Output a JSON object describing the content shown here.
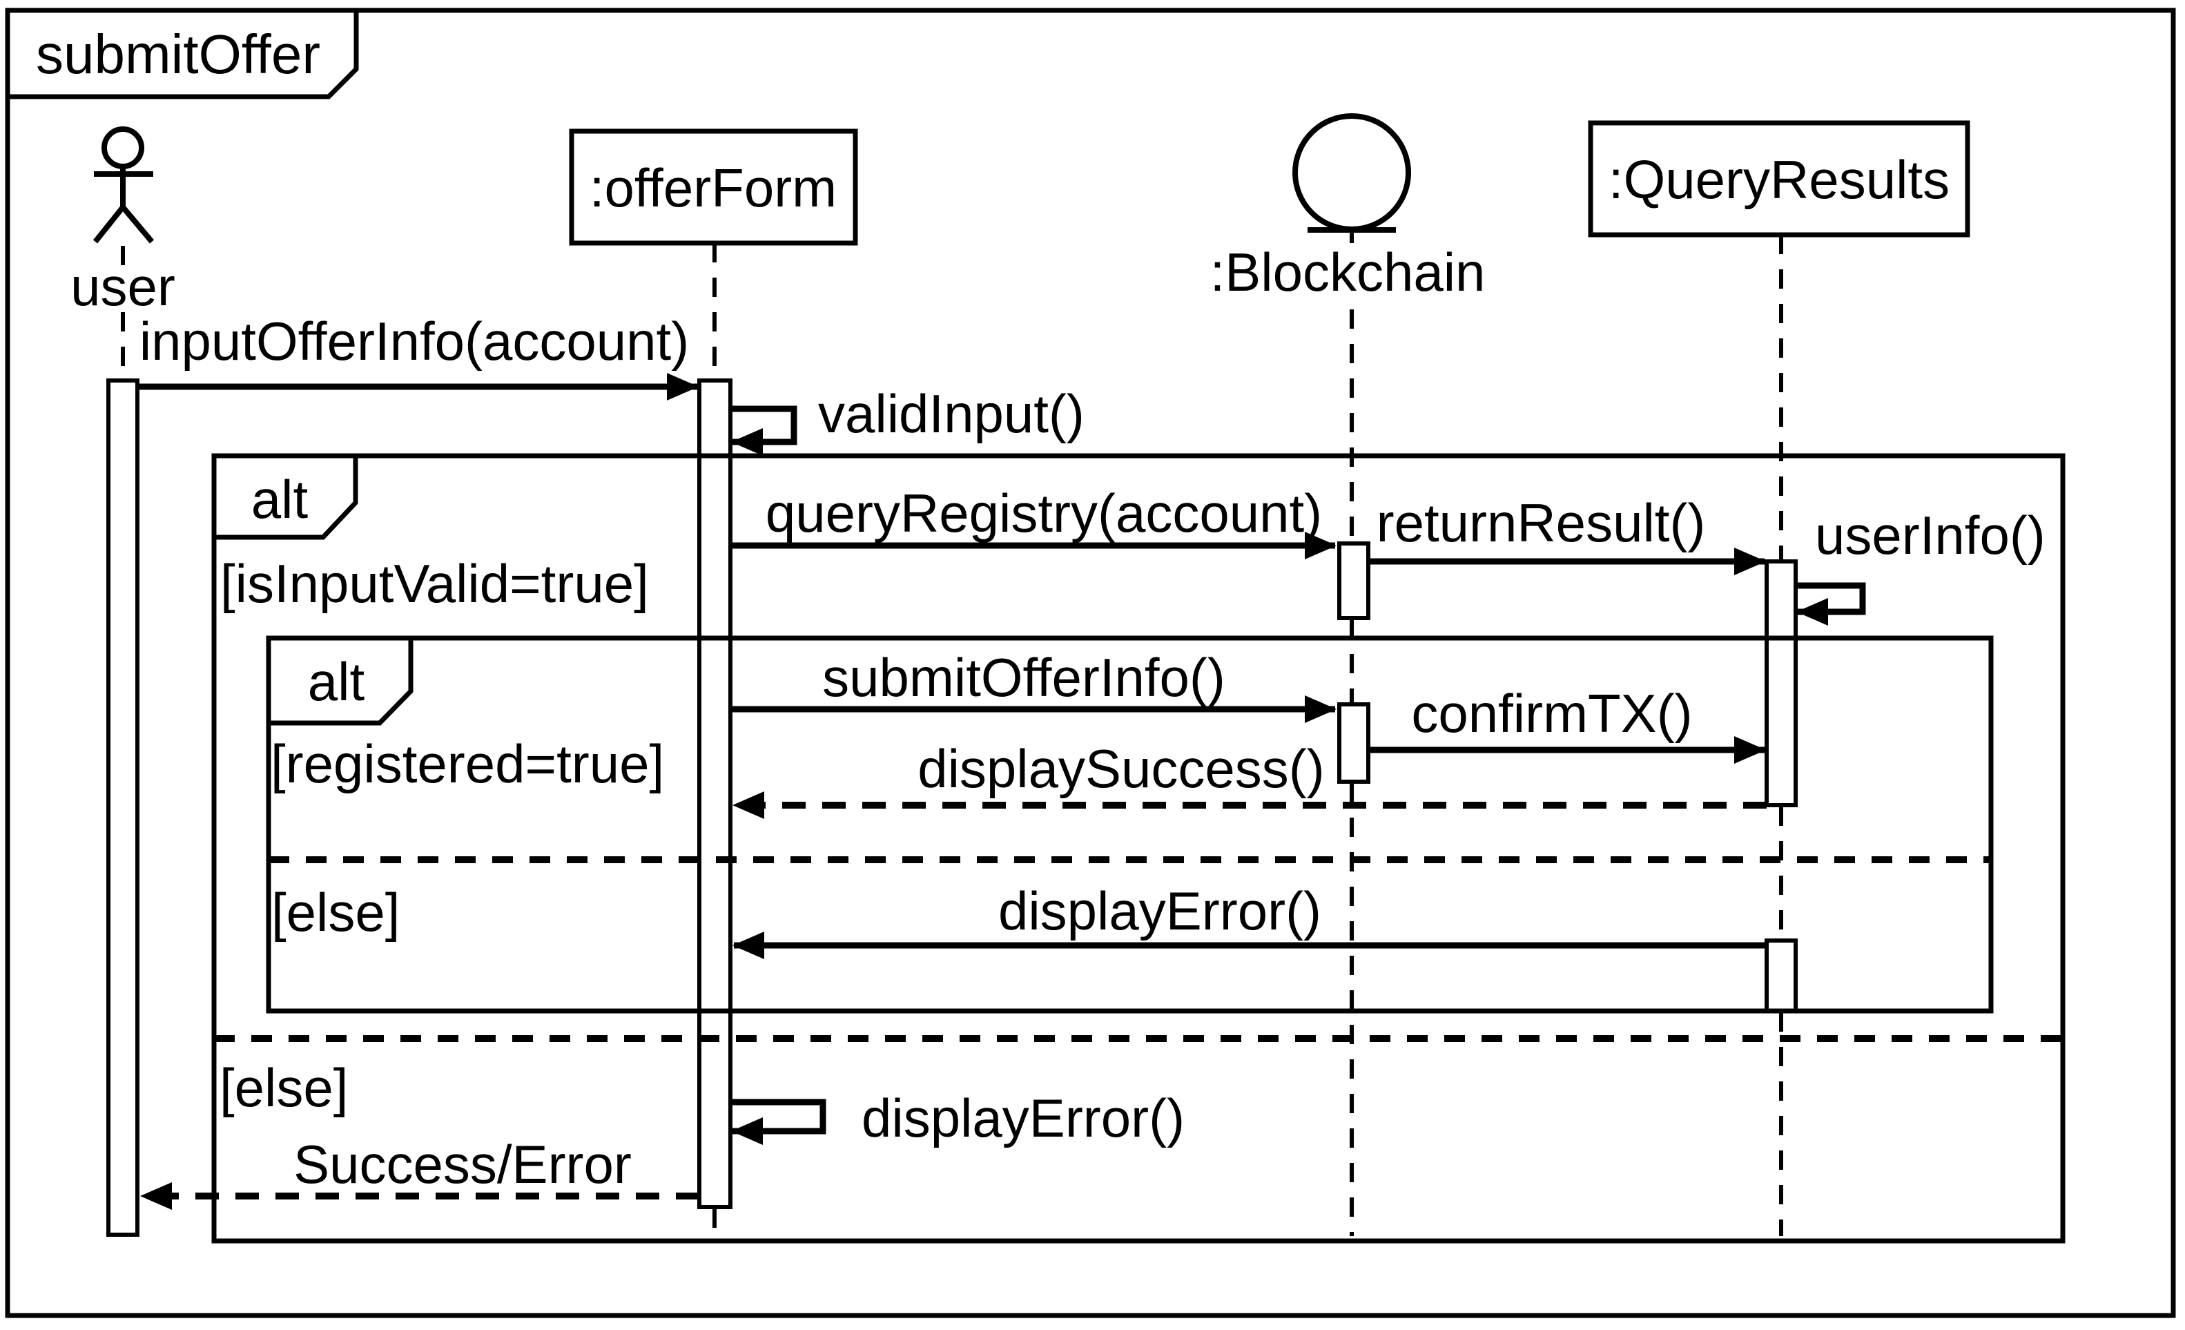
{
  "colors": {
    "ink": "#000000",
    "paper": "#ffffff"
  },
  "frame": {
    "title": "submitOffer"
  },
  "participants": {
    "user": {
      "label": "user",
      "kind": "actor"
    },
    "offer_form": {
      "label": ":offerForm",
      "kind": "object"
    },
    "blockchain": {
      "label": ":Blockchain",
      "kind": "entity"
    },
    "query_results": {
      "label": ":QueryResults",
      "kind": "object"
    }
  },
  "fragments": {
    "outer_alt": {
      "operator": "alt",
      "guard_true": "[isInputValid=true]",
      "guard_else": "[else]"
    },
    "inner_alt": {
      "operator": "alt",
      "guard_true": "[registered=true]",
      "guard_else": "[else]"
    }
  },
  "messages": {
    "input_offer_info": {
      "label": "inputOfferInfo(account)",
      "from": "user",
      "to": "offer_form",
      "kind": "sync"
    },
    "valid_input": {
      "label": "validInput()",
      "from": "offer_form",
      "to": "offer_form",
      "kind": "self"
    },
    "query_registry": {
      "label": "queryRegistry(account)",
      "from": "offer_form",
      "to": "blockchain",
      "kind": "sync"
    },
    "return_result": {
      "label": "returnResult()",
      "from": "blockchain",
      "to": "query_results",
      "kind": "sync"
    },
    "user_info": {
      "label": "userInfo()",
      "from": "query_results",
      "to": "query_results",
      "kind": "self"
    },
    "submit_offer_info": {
      "label": "submitOfferInfo()",
      "from": "offer_form",
      "to": "blockchain",
      "kind": "sync"
    },
    "confirm_tx": {
      "label": "confirmTX()",
      "from": "blockchain",
      "to": "query_results",
      "kind": "sync"
    },
    "display_success": {
      "label": "displaySuccess()",
      "from": "query_results",
      "to": "offer_form",
      "kind": "return"
    },
    "display_error_else": {
      "label": "displayError()",
      "from": "query_results",
      "to": "offer_form",
      "kind": "sync"
    },
    "display_error_invalid": {
      "label": "displayError()",
      "from": "offer_form",
      "to": "offer_form",
      "kind": "self"
    },
    "success_error": {
      "label": "Success/Error",
      "from": "offer_form",
      "to": "user",
      "kind": "return"
    }
  }
}
